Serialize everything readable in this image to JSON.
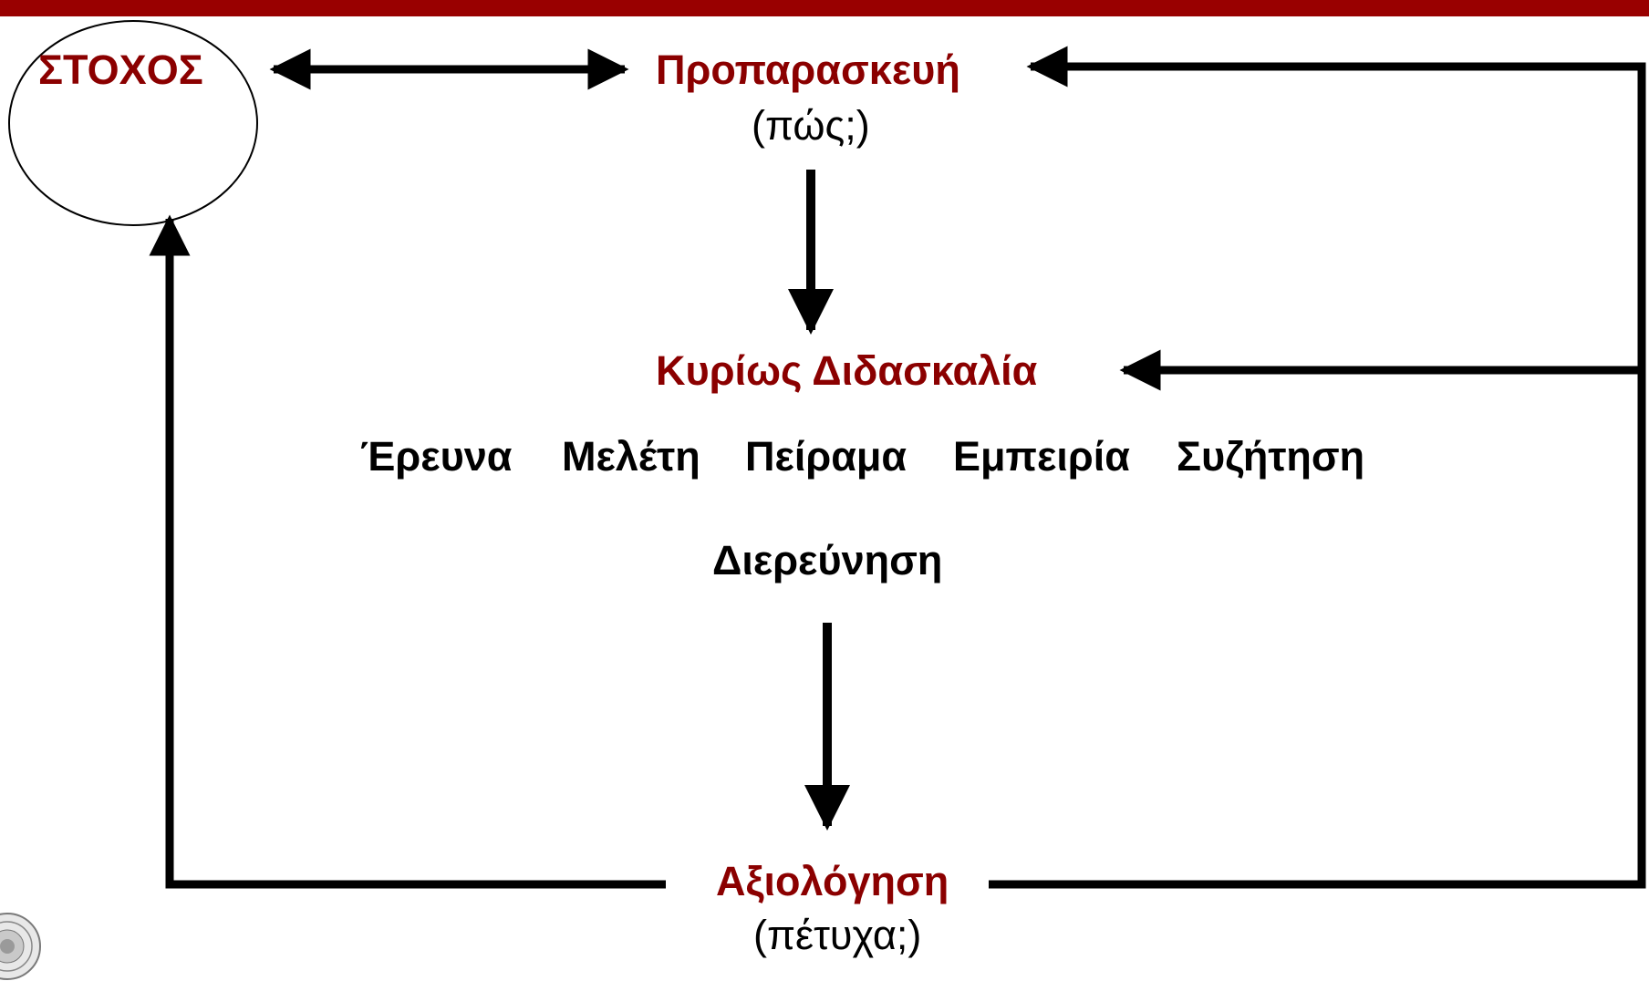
{
  "colors": {
    "top_bar": "#990000",
    "node_title": "#8b0000",
    "text": "#000000",
    "lines": "#000000"
  },
  "nodes": {
    "goal": {
      "label": "ΣΤΟΧΟΣ"
    },
    "preparation": {
      "label": "Προπαρασκευή",
      "sub": "(πώς;)"
    },
    "main_teaching": {
      "label": "Κυρίως Διδασκαλία"
    },
    "evaluation": {
      "label": "Αξιολόγηση",
      "sub": "(πέτυχα;)"
    }
  },
  "methods": [
    "Έρευνα",
    "Μελέτη",
    "Πείραμα",
    "Εμπειρία",
    "Συζήτηση"
  ],
  "method_extra": "Διερεύνηση",
  "logo": {
    "icon": "university-seal-icon"
  }
}
